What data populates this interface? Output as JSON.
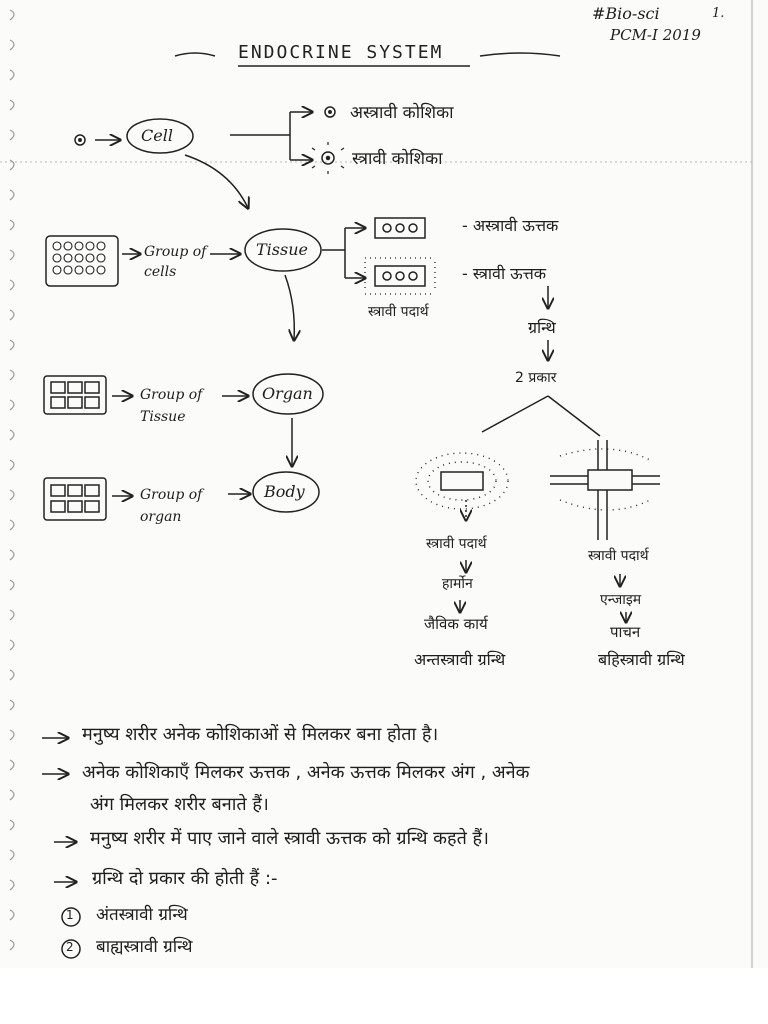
{
  "header": {
    "tag": "#Bio-sci",
    "page_number": "1.",
    "batch": "PCM-I 2019",
    "title": "ENDOCRINE SYSTEM"
  },
  "cell_branch": {
    "cell": "Cell",
    "non_secretory_cell": "अस्त्रावी कोशिका",
    "secretory_cell": "स्त्रावी कोशिका"
  },
  "hierarchy": {
    "group_cells": "Group of cells",
    "tissue": "Tissue",
    "group_tissue": "Group of Tissue",
    "organ": "Organ",
    "group_organ": "Group of organ",
    "body": "Body"
  },
  "tissue_branch": {
    "non_secretory_tissue": "- अस्त्रावी ऊत्तक",
    "secretory_tissue": "- स्त्रावी ऊत्तक",
    "secretory_substance": "स्त्रावी पदार्थ",
    "gland": "ग्रन्थि",
    "two_types": "2 प्रकार"
  },
  "left_gland": {
    "substance": "स्त्रावी पदार्थ",
    "hormone": "हार्मोन",
    "function": "जैविक कार्य",
    "name": "अन्तस्त्रावी ग्रन्थि"
  },
  "right_gland": {
    "substance": "स्त्रावी पदार्थ",
    "enzyme": "एन्जाइम",
    "digestion": "पाचन",
    "name": "बहिस्त्रावी ग्रन्थि"
  },
  "notes": {
    "line1": "मनुष्य शरीर अनेक कोशिकाओं से मिलकर बना होता है।",
    "line2a": "अनेक कोशिकाएँ मिलकर ऊत्तक , अनेक ऊत्तक मिलकर अंग , अनेक",
    "line2b": "अंग मिलकर शरीर बनाते हैं।",
    "line3": "मनुष्य शरीर में पाए जाने वाले स्त्रावी ऊत्तक को ग्रन्थि कहते हैं।",
    "line4": "ग्रन्थि दो प्रकार की होती हैं :-",
    "item1_num": "1",
    "item1": "अंतस्त्रावी ग्रन्थि",
    "item2_num": "2",
    "item2": "बाह्यस्त्रावी ग्रन्थि"
  }
}
